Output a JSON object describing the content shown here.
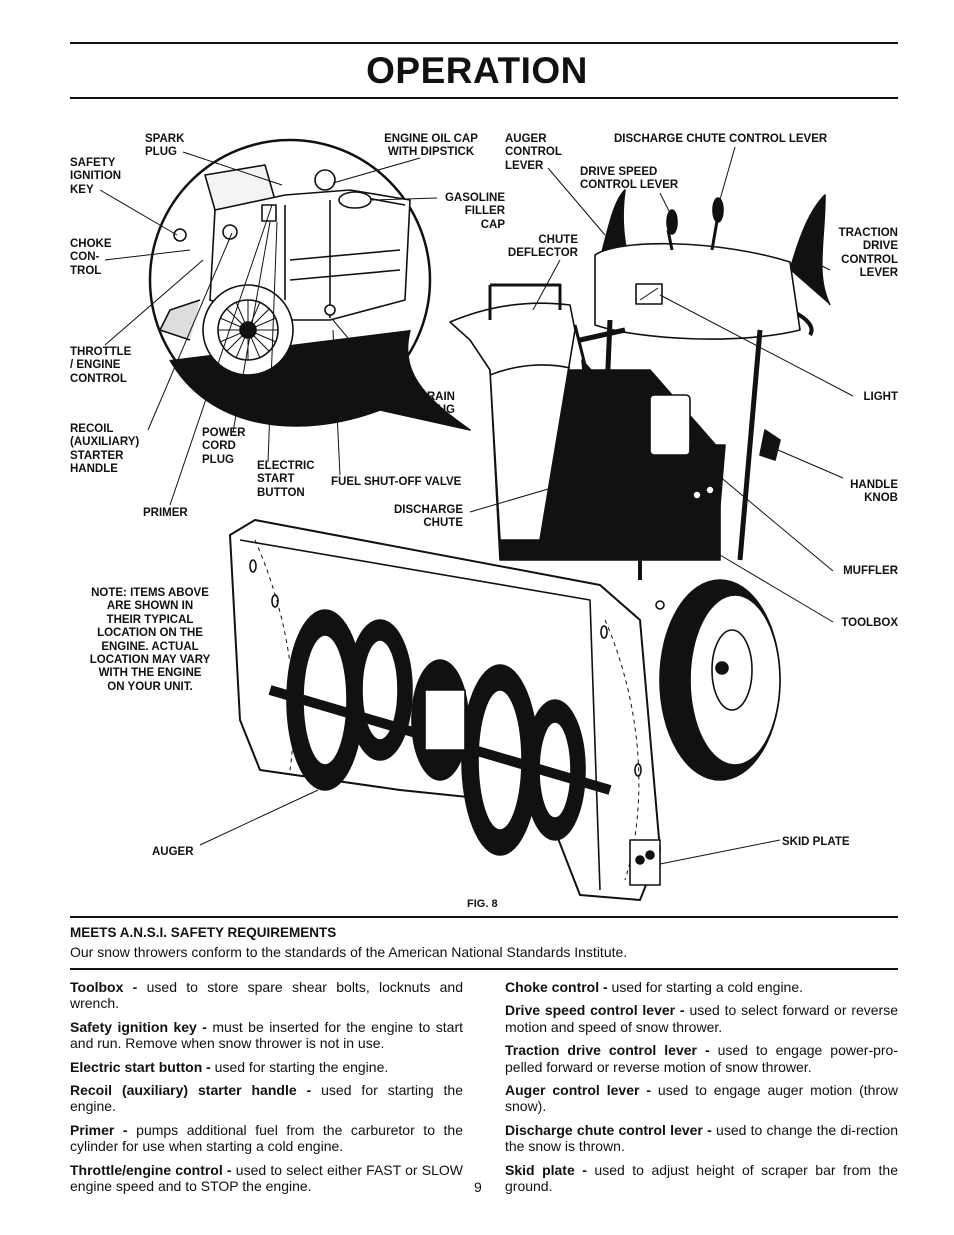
{
  "page": {
    "title": "OPERATION",
    "page_number": "9"
  },
  "figure": {
    "caption": "FIG. 8",
    "note": "NOTE: ITEMS ABOVE\nARE SHOWN IN\nTHEIR TYPICAL\nLOCATION ON THE\nENGINE.  ACTUAL\nLOCATION MAY VARY\nWITH THE ENGINE\nON YOUR UNIT.",
    "labels": {
      "spark_plug": "SPARK\nPLUG",
      "safety_ignition_key": "SAFETY\nIGNITION\nKEY",
      "choke_control": "CHOKE\nCON-\nTROL",
      "throttle_engine_control": "THROTTLE\n/ ENGINE\nCONTROL",
      "recoil_starter_handle": "RECOIL\n(AUXILIARY)\nSTARTER\nHANDLE",
      "primer": "PRIMER",
      "power_cord_plug": "POWER\nCORD\nPLUG",
      "electric_start_button": "ELECTRIC\nSTART\nBUTTON",
      "engine_oil_cap": "ENGINE OIL CAP\nWITH DIPSTICK",
      "gasoline_filler_cap": "GASOLINE\nFILLER\nCAP",
      "oil_drain_plug": "OIL DRAIN\nPLUG",
      "fuel_shutoff_valve": "FUEL SHUT-OFF VALVE",
      "auger_control_lever": "AUGER\nCONTROL\nLEVER",
      "discharge_chute_control_lever": "DISCHARGE CHUTE CONTROL LEVER",
      "drive_speed_control_lever": "DRIVE SPEED\nCONTROL LEVER",
      "chute_deflector": "CHUTE\nDEFLECTOR",
      "traction_drive_control_lever": "TRACTION\nDRIVE\nCONTROL\nLEVER",
      "light": "LIGHT",
      "handle_knob": "HANDLE\nKNOB",
      "discharge_chute": "DISCHARGE\nCHUTE",
      "muffler": "MUFFLER",
      "toolbox": "TOOLBOX",
      "auger": "AUGER",
      "skid_plate": "SKID PLATE"
    }
  },
  "meets": {
    "heading": "MEETS A.N.S.I. SAFETY REQUIREMENTS",
    "text": "Our snow throwers conform to the standards of the American National Standards Institute."
  },
  "definitions_left": [
    {
      "term": "Toolbox -",
      "desc": " used to store spare shear bolts, locknuts and wrench."
    },
    {
      "term": "Safety ignition key -",
      "desc": " must be inserted for the engine to start and run.  Remove when snow thrower is not in use."
    },
    {
      "term": "Electric start button -",
      "desc": " used for starting the engine."
    },
    {
      "term": "Recoil (auxiliary) starter handle -",
      "desc": " used for starting the engine."
    },
    {
      "term": "Primer -",
      "desc": " pumps additional fuel from the carburetor to the cylinder for use when starting a cold engine."
    },
    {
      "term": "Throttle/engine control -",
      "desc": " used to select either FAST or SLOW engine speed and to STOP the engine."
    }
  ],
  "definitions_right": [
    {
      "term": "Choke control -",
      "desc": " used for starting a cold engine."
    },
    {
      "term": "Drive speed control lever -",
      "desc": " used to select forward or reverse motion and speed of snow thrower."
    },
    {
      "term": "Traction drive control lever -",
      "desc": " used to engage power-pro-pelled forward or reverse motion of snow thrower."
    },
    {
      "term": "Auger control lever -",
      "desc": " used to engage auger motion (throw snow)."
    },
    {
      "term": "Discharge chute control lever -",
      "desc": " used to change the di-rection the snow is thrown."
    },
    {
      "term": "Skid plate -",
      "desc": " used to adjust height of scraper bar from the ground."
    }
  ]
}
